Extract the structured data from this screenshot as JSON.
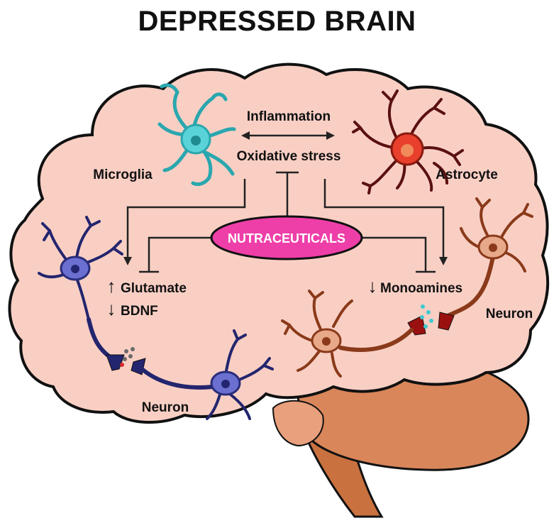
{
  "title": "DEPRESSED BRAIN",
  "labels": {
    "inflammation": "Inflammation",
    "oxidative_stress": "Oxidative stress",
    "microglia": "Microglia",
    "astrocyte": "Astrocyte",
    "nutraceuticals": "NUTRACEUTICALS",
    "glutamate": "Glutamate",
    "bdnf": "BDNF",
    "monoamines": "Monoamines",
    "neuron_left": "Neuron",
    "neuron_right": "Neuron",
    "arrow_up": "↑",
    "arrow_down": "↓"
  },
  "colors": {
    "brain_fill": "#f9cfc4",
    "brain_stroke": "#111111",
    "cerebellum": "#d9865a",
    "brainstem": "#c9723f",
    "nutraceuticals_fill": "#ee3fa8",
    "microglia": "#5ad3d8",
    "astrocyte": "#d83a2a",
    "neuron_blue": "#4a4fb0",
    "neuron_orange": "#d9825a"
  }
}
